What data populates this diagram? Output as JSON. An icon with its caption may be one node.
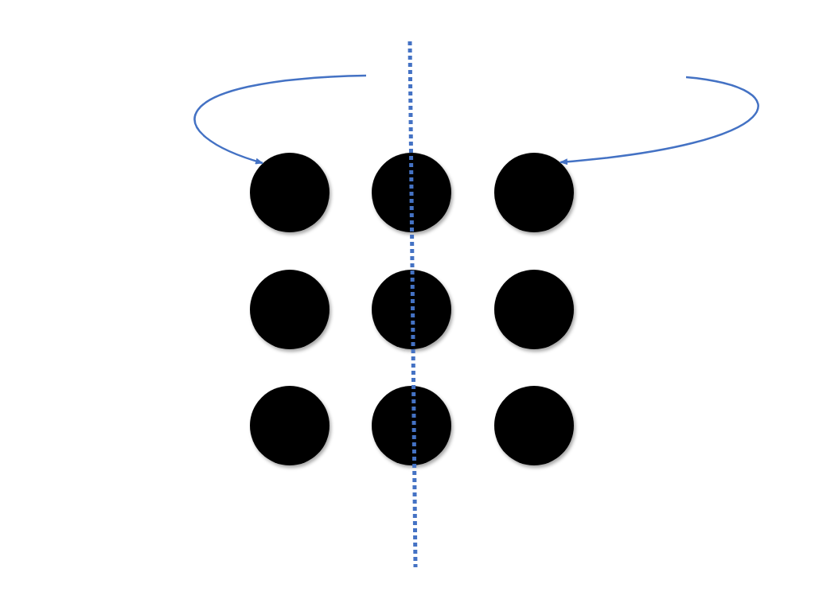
{
  "diagram": {
    "nodes": [
      {
        "text": [],
        "shape": "circle"
      },
      {
        "text": [],
        "shape": "circle"
      },
      {
        "text": [],
        "shape": "circle"
      },
      {
        "text": [],
        "shape": "circle"
      },
      {
        "text": [],
        "shape": "circle"
      },
      {
        "text": [],
        "shape": "circle"
      },
      {
        "text": [],
        "shape": "circle"
      },
      {
        "text": [],
        "shape": "circle"
      },
      {
        "text": [],
        "shape": "circle"
      }
    ],
    "edges": [
      {
        "from": null,
        "to": 0,
        "arrow": "to"
      },
      {
        "from": null,
        "to": 2,
        "arrow": "to"
      }
    ]
  }
}
